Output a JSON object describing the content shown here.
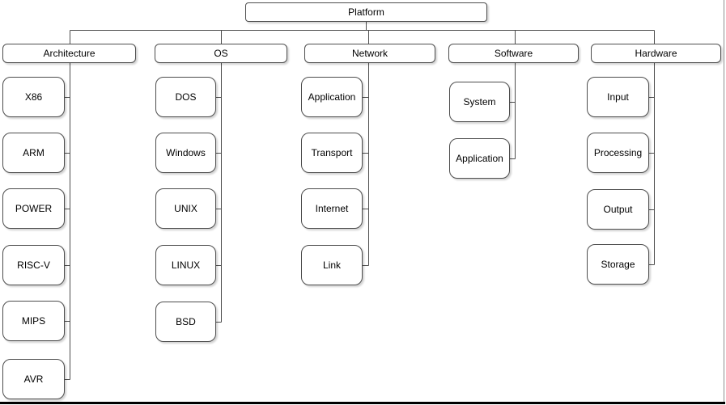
{
  "diagram": {
    "root": {
      "label": "Platform"
    },
    "columns": [
      {
        "label": "Architecture",
        "children": [
          "X86",
          "ARM",
          "POWER",
          "RISC-V",
          "MIPS",
          "AVR"
        ]
      },
      {
        "label": "OS",
        "children": [
          "DOS",
          "Windows",
          "UNIX",
          "LINUX",
          "BSD"
        ]
      },
      {
        "label": "Network",
        "children": [
          "Application",
          "Transport",
          "Internet",
          "Link"
        ]
      },
      {
        "label": "Software",
        "children": [
          "System",
          "Application"
        ]
      },
      {
        "label": "Hardware",
        "children": [
          "Input",
          "Processing",
          "Output",
          "Storage"
        ]
      }
    ],
    "colors": {
      "node_fill": "#ffffff",
      "node_border": "#4d4d4d",
      "connector": "#4d4d4d",
      "page_bottom_border": "#000000",
      "page_right_border": "#8f8f8f"
    }
  }
}
